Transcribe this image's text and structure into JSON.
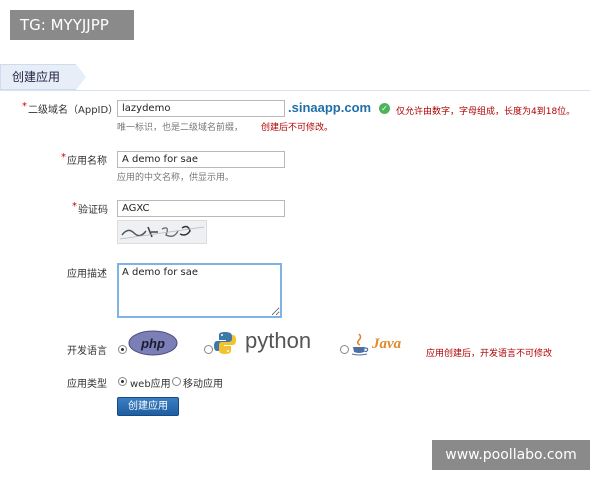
{
  "overlay": {
    "top_left": "TG: MYYJJPP",
    "bottom_right": "www.poollabo.com"
  },
  "section": {
    "title": "创建应用"
  },
  "form": {
    "required_mark": "*",
    "appid": {
      "label": "二级域名（AppID）",
      "value": "lazydemo",
      "domain_suffix": ".sinaapp.com",
      "valid_icon": "check-circle-icon",
      "rule": "仅允许由数字，字母组成，长度为4到18位。",
      "hint": "唯一标识，也是二级域名前缀，",
      "warning": "创建后不可修改。"
    },
    "app_name": {
      "label": "应用名称",
      "value": "A demo for sae",
      "hint": "应用的中文名称，供显示用。"
    },
    "captcha": {
      "label": "验证码",
      "value": "AGXC"
    },
    "description": {
      "label": "应用描述",
      "value": "A demo for sae"
    },
    "language": {
      "label": "开发语言",
      "options": [
        "php",
        "python",
        "Java"
      ],
      "selected": "php",
      "warning": "应用创建后，开发语言不可修改"
    },
    "app_type": {
      "label": "应用类型",
      "options": [
        "web应用",
        "移动应用"
      ],
      "selected": "web应用"
    },
    "submit_label": "创建应用"
  },
  "colors": {
    "accent": "#1f5ea0",
    "warning": "#b00000",
    "domain": "#1f6fa8"
  }
}
